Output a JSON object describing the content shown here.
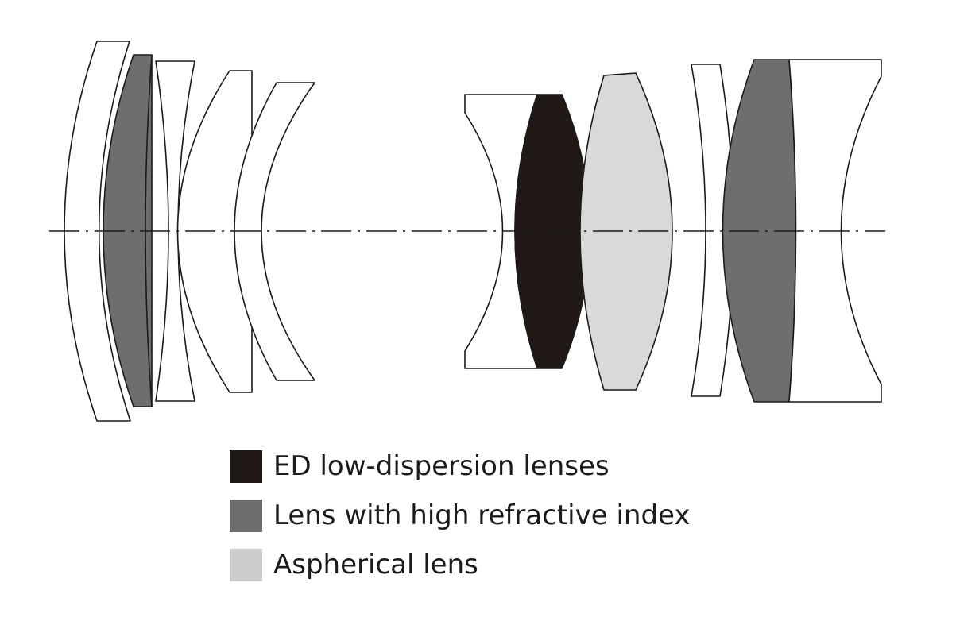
{
  "colors": {
    "ed_lens": "#211915",
    "high_index_lens": "#6e6e6e",
    "aspherical_lens": "#d9d9d9",
    "plain_lens": "#ffffff",
    "outline": "#1a1a1a"
  },
  "legend": {
    "items": [
      {
        "label": "ED low-dispersion lenses",
        "color": "#211915"
      },
      {
        "label": "Lens with high refractive index",
        "color": "#6e6e6e"
      },
      {
        "label": "Aspherical lens",
        "color": "#cdcdcd"
      }
    ]
  }
}
